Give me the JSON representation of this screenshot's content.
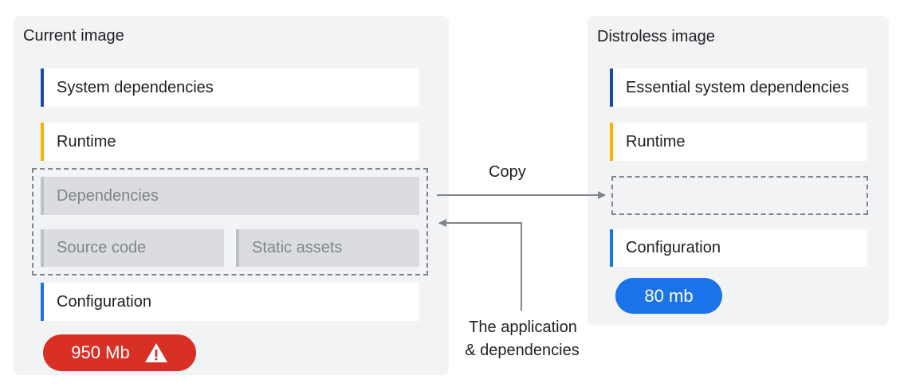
{
  "current": {
    "title": "Current image",
    "layers": {
      "system": "System dependencies",
      "runtime": "Runtime",
      "dependencies": "Dependencies",
      "source": "Source code",
      "static": "Static assets",
      "configuration": "Configuration"
    },
    "size": "950 Mb",
    "size_icon": "warning-icon"
  },
  "distroless": {
    "title": "Distroless image",
    "layers": {
      "system": "Essential system dependencies",
      "runtime": "Runtime",
      "configuration": "Configuration"
    },
    "size": "80 mb"
  },
  "arrows": {
    "copy_label": "Copy",
    "app_label_line1": "The application",
    "app_label_line2": "& dependencies"
  },
  "colors": {
    "panel": "#f1f3f4",
    "system_bar": "#1a4ba1",
    "runtime_bar": "#f6b400",
    "config_bar": "#1a73e8",
    "warning_badge": "#d93025",
    "info_badge": "#1a73e8"
  }
}
